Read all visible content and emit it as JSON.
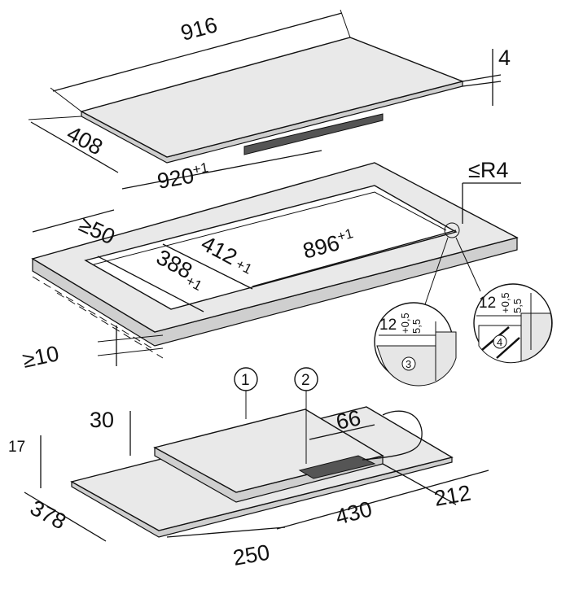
{
  "hob": {
    "width": "916",
    "depth": "408",
    "thickness": "4"
  },
  "cutout": {
    "overall_width": "920",
    "overall_width_tol": "+1",
    "corner_radius": "≤R4",
    "min_edge_distance": "≥50",
    "depth_412": "412",
    "depth_412_tol": "+1",
    "width_896": "896",
    "width_896_tol": "+1",
    "depth_388": "388",
    "depth_388_tol": "+1",
    "min_worktop": "≥10"
  },
  "details": [
    {
      "marker": "3",
      "width": "12",
      "depth": "5,5",
      "tol": "+0,5"
    },
    {
      "marker": "4",
      "width": "12",
      "depth": "5,5",
      "tol": "+0,5"
    }
  ],
  "underside": {
    "callout_1": "1",
    "callout_2": "2",
    "housing_height": "30",
    "cable_offset": "66",
    "plate_height": "17",
    "depth_378": "378",
    "width_430": "430",
    "width_212": "212",
    "width_250": "250"
  }
}
